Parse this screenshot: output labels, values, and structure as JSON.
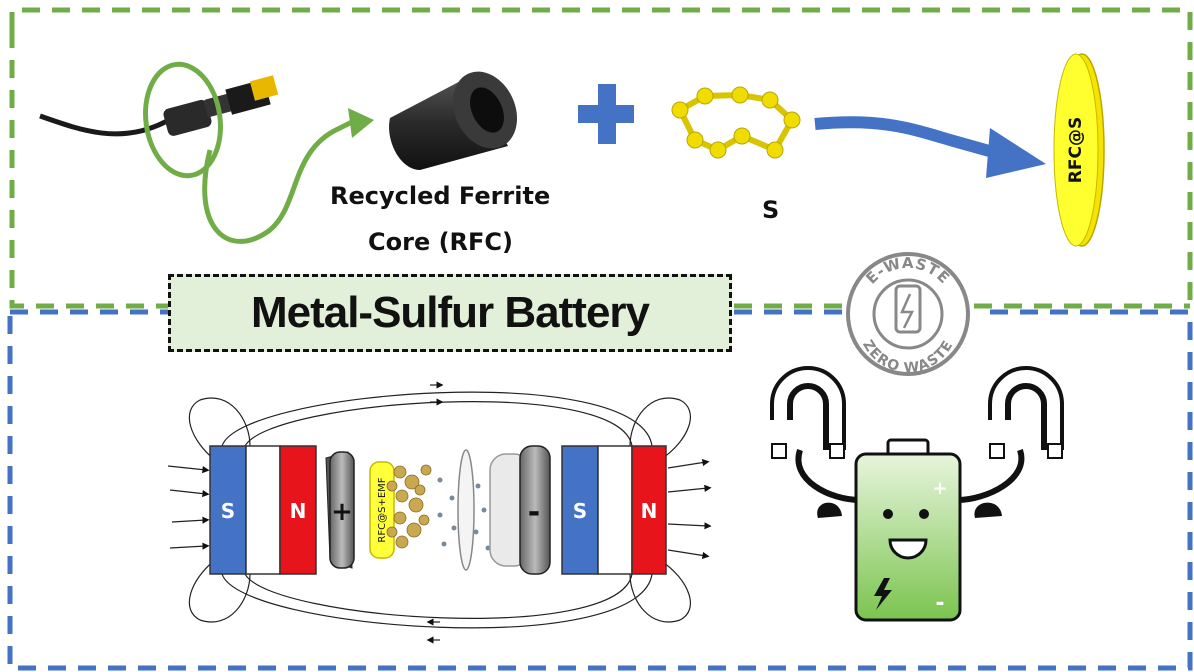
{
  "labels": {
    "rfc_line1": "Recycled Ferrite",
    "rfc_line2": "Core  (RFC)",
    "sulfur": "S",
    "pellet": "RFC@S",
    "title": "Metal-Sulfur Battery",
    "badge_top": "E-WASTE",
    "badge_bottom": "ZERO WASTE",
    "magnet_s": "S",
    "magnet_n": "N",
    "cathode_layer": "RFC@S+EMF",
    "cell_plus": "+",
    "cell_minus": "-",
    "battery_plus": "+",
    "battery_minus": "-"
  },
  "colors": {
    "green_frame": "#70ad47",
    "blue_frame": "#4472c4",
    "sulfur_yellow": "#f5e400",
    "arrow_blue": "#4472c4",
    "magnet_blue": "#4472c4",
    "magnet_red": "#e8141b",
    "battery_green": "#8fd16a",
    "title_bg": "#e2efd9"
  },
  "icons": [
    "usb-cable-icon",
    "ferrite-core-icon",
    "plus-icon",
    "sulfur-ring-icon",
    "rfc-pellet-icon",
    "e-waste-badge-icon",
    "magnet-icon",
    "happy-battery-icon"
  ]
}
